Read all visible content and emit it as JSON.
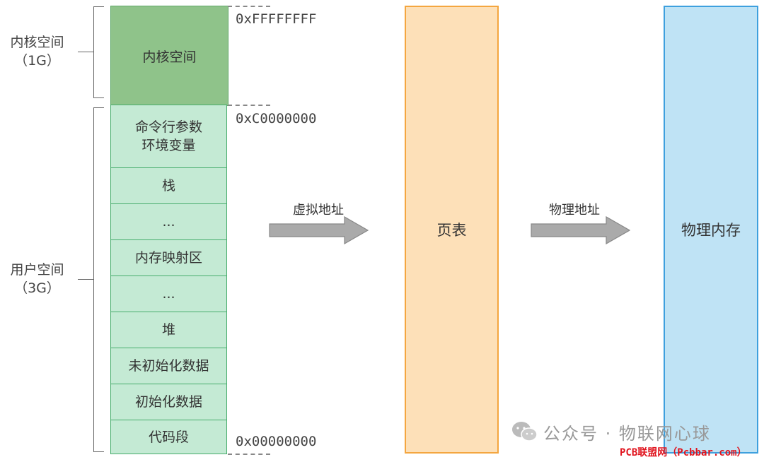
{
  "left_labels": {
    "kernel": [
      "内核空间",
      "（1G）"
    ],
    "user": [
      "用户空间",
      "（3G）"
    ]
  },
  "memory_layout": {
    "kernel_block": "内核空间",
    "segments": [
      [
        "命令行参数",
        "环境变量"
      ],
      [
        "栈"
      ],
      [
        "..."
      ],
      [
        "内存映射区"
      ],
      [
        "..."
      ],
      [
        "堆"
      ],
      [
        "未初始化数据"
      ],
      [
        "初始化数据"
      ],
      [
        "代码段"
      ]
    ]
  },
  "addresses": {
    "top": "0xFFFFFFFF",
    "kernel_boundary": "0xC0000000",
    "bottom": "0x00000000"
  },
  "arrows": {
    "virtual_address": "虚拟地址",
    "physical_address": "物理地址"
  },
  "boxes": {
    "page_table": "页表",
    "physical_memory": "物理内存"
  },
  "colors": {
    "kernel_fill": "#8fc38a",
    "user_fill": "#c4ead4",
    "user_border": "#47ad6c",
    "page_table_fill": "#fde0b8",
    "page_table_border": "#f4a640",
    "physical_fill": "#bfe3f5",
    "physical_border": "#3ea0de",
    "arrow_fill": "#aaaaaa"
  },
  "watermark": {
    "account": "公众号 · 物联网心球",
    "site": "PCB联盟网（Pcbbar.com）"
  }
}
